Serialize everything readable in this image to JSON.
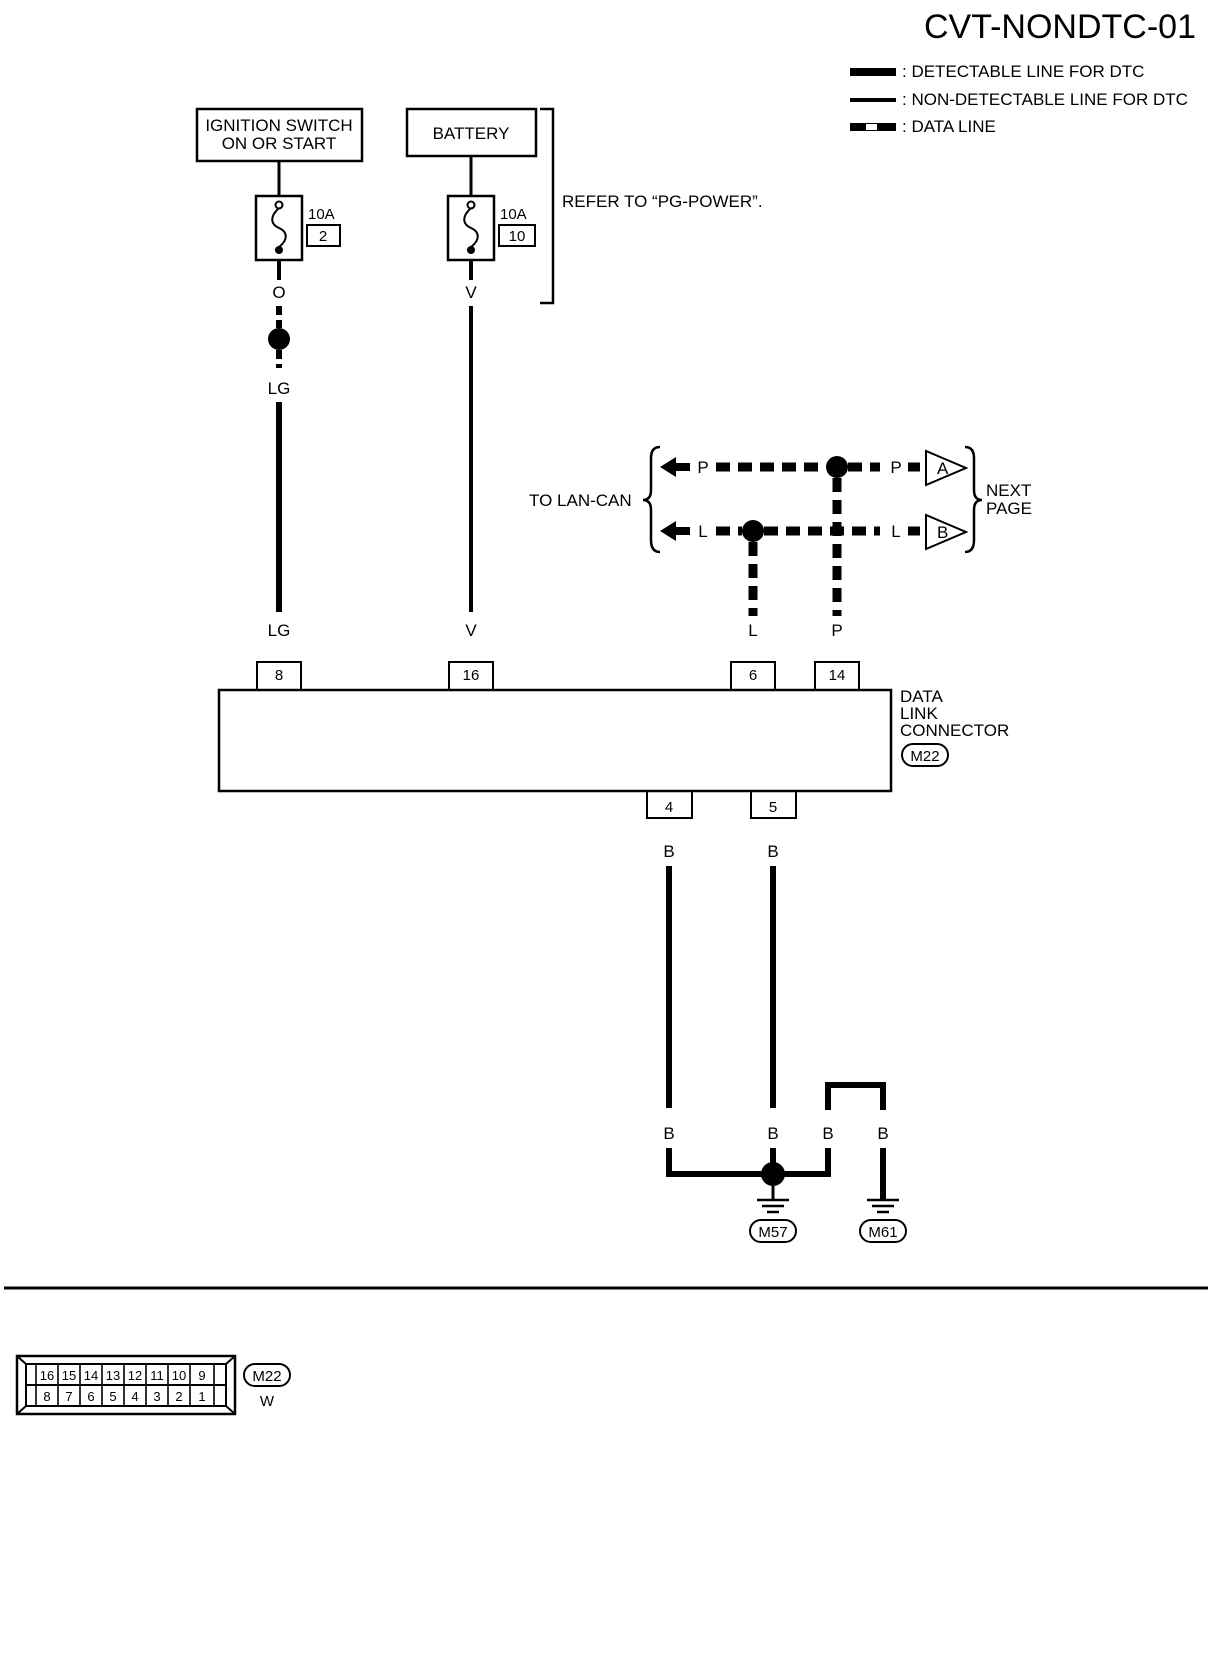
{
  "diagram_id": "CVT-NONDTC-01",
  "legend": {
    "detectable": ": DETECTABLE LINE FOR DTC",
    "non_detectable": ": NON-DETECTABLE LINE FOR DTC",
    "data_line": ": DATA LINE"
  },
  "ignition_box": {
    "line1": "IGNITION SWITCH",
    "line2": "ON OR START"
  },
  "battery_box": "BATTERY",
  "fuse_left": {
    "rating": "10A",
    "number": "2"
  },
  "fuse_right": {
    "rating": "10A",
    "number": "10"
  },
  "refer_note": "REFER TO “PG-POWER”.",
  "wire_colors": {
    "o": "O",
    "lg": "LG",
    "v": "V",
    "p": "P",
    "l": "L",
    "b": "B"
  },
  "lan_can": "TO LAN-CAN",
  "next_page": {
    "line1": "NEXT",
    "line2": "PAGE"
  },
  "offpage": {
    "a": "A",
    "b": "B"
  },
  "connector": {
    "line1": "DATA",
    "line2": "LINK",
    "line3": "CONNECTOR",
    "id": "M22",
    "pins_top": [
      "8",
      "16",
      "6",
      "14"
    ],
    "pins_bottom": [
      "4",
      "5"
    ]
  },
  "grounds": [
    "M57",
    "M61"
  ],
  "face_view": {
    "top_row": [
      "16",
      "15",
      "14",
      "13",
      "12",
      "11",
      "10",
      "9"
    ],
    "bottom_row": [
      "8",
      "7",
      "6",
      "5",
      "4",
      "3",
      "2",
      "1"
    ],
    "id": "M22",
    "color": "W"
  }
}
